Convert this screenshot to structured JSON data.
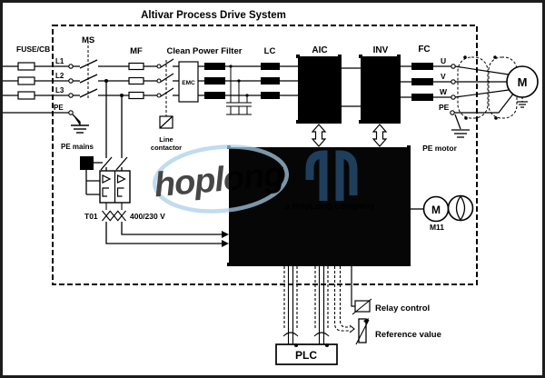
{
  "title": "Altivar Process Drive System",
  "supply": {
    "fuse_cb_label": "FUSE/CB",
    "phase_l1": "L1",
    "phase_l2": "L2",
    "phase_l3": "L3",
    "pe_label": "PE",
    "pe_mains_label": "PE mains"
  },
  "power_chain": {
    "main_switch": "MS",
    "main_fuses": "MF",
    "clean_power_filter": "Clean Power Filter",
    "emc_filter": "EMC",
    "line_contactor_line1": "Line",
    "line_contactor_line2": "contactor",
    "line_choke": "LC",
    "active_infeed_converter": "AIC",
    "inverter": "INV",
    "output_filter": "FC"
  },
  "motor_output": {
    "terminal_u": "U",
    "terminal_v": "V",
    "terminal_w": "W",
    "terminal_pe": "PE",
    "pe_motor_label": "PE motor",
    "motor_letter": "M"
  },
  "control": {
    "transformer_label": "T01",
    "transformer_voltage": "400/230 V",
    "fan_motor_letter": "M",
    "fan_motor_label": "M11",
    "plc_label": "PLC",
    "relay_control_label": "Relay control",
    "reference_value_label": "Reference value"
  },
  "watermark": {
    "logo_text": "hoplong",
    "company_text": "a HopLong company",
    "light_blue": "#a9cfe8",
    "navy": "#214565"
  }
}
